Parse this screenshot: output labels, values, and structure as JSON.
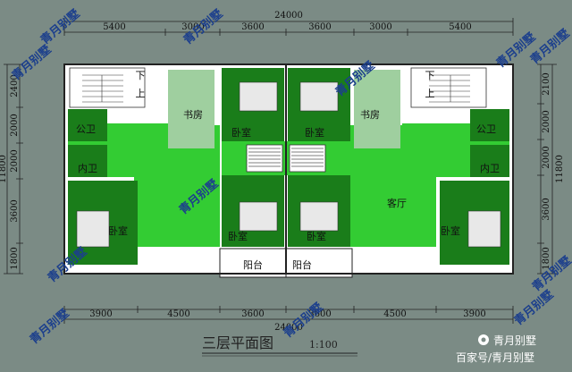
{
  "drawing": {
    "overall_width": "24000",
    "overall_depth": "11800",
    "top_dims": [
      "5400",
      "3000",
      "3600",
      "3600",
      "3000",
      "5400"
    ],
    "bottom_dims": [
      "3900",
      "4500",
      "3600",
      "3600",
      "4500",
      "3900"
    ],
    "bottom_total": "24000",
    "left_dims": [
      "2400",
      "2000",
      "2000",
      "3600",
      "1800"
    ],
    "right_dims": [
      "2100",
      "2000",
      "2000",
      "3600",
      "1800"
    ],
    "title": "三层平面图",
    "scale": "1:100"
  },
  "rooms": {
    "study_left": "书房",
    "study_right": "书房",
    "bedroom_center_top_left": "卧室",
    "bedroom_center_top_right": "卧室",
    "bedroom_center_bottom_left": "卧室",
    "bedroom_center_bottom_right": "卧室",
    "bedroom_left": "卧室",
    "bedroom_right": "卧室",
    "living_room": "客厅",
    "bath_public_left": "公卫",
    "bath_inner_left": "内卫",
    "bath_public_right": "公卫",
    "bath_inner_right": "内卫",
    "balcony_left": "阳台",
    "balcony_right": "阳台",
    "stair_down": "下",
    "stair_up": "上"
  },
  "watermark": "青月别墅",
  "source": {
    "logo_text": "青月别墅",
    "credit": "百家号/青月别墅"
  },
  "colors": {
    "background": "#7b8b85",
    "room_green": "#33cc33",
    "dark_green": "#1a7d1a",
    "wall": "#ffffff",
    "study": "#9fcf9f"
  }
}
